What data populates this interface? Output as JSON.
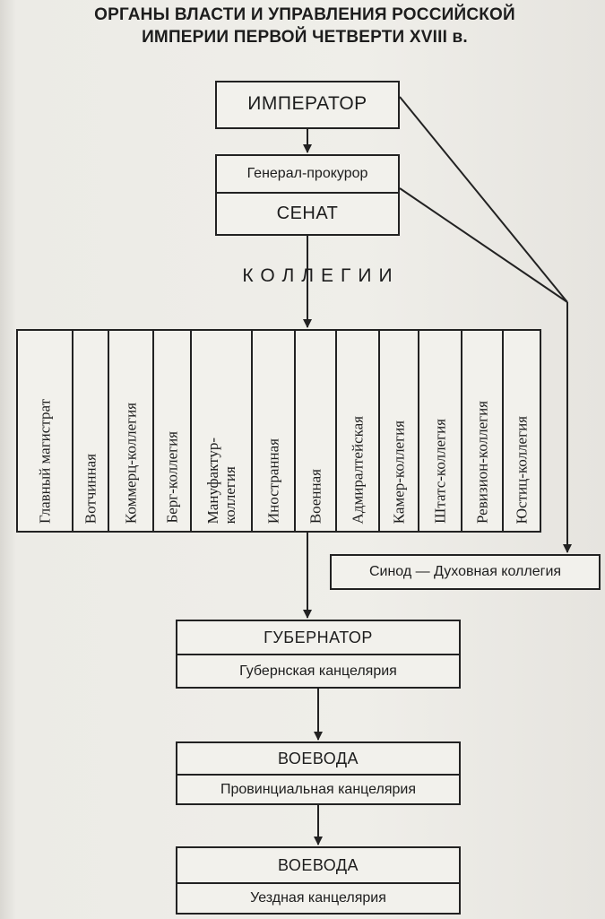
{
  "title_line1": "ОРГАНЫ ВЛАСТИ И УПРАВЛЕНИЯ РОССИЙСКОЙ",
  "title_line2": "ИМПЕРИИ ПЕРВОЙ ЧЕТВЕРТИ XVIII в.",
  "emperor": "ИМПЕРАТОР",
  "procurator": "Генерал-прокурор",
  "senate": "СЕНАТ",
  "kollegii_heading": "КОЛЛЕГИИ",
  "collegia": [
    "Главный магистрат",
    "Вотчинная",
    "Коммерц-коллегия",
    "Берг-коллегия",
    "Мануфактур-\nколлегия",
    "Иностранная",
    "Военная",
    "Адмиралтейская",
    "Камер-коллегия",
    "Штатс-коллегия",
    "Ревизион-коллегия",
    "Юстиц-коллегия"
  ],
  "synod": "Синод — Духовная коллегия",
  "governor": "ГУБЕРНАТОР",
  "gub_chancery": "Губернская канцелярия",
  "voevoda_prov": "ВОЕВОДА",
  "prov_chancery": "Провинциальная канцелярия",
  "voevoda_uezd": "ВОЕВОДА",
  "uezd_chancery": "Уездная канцелярия",
  "colors": {
    "paper": "#eceae5",
    "ink": "#222222"
  }
}
